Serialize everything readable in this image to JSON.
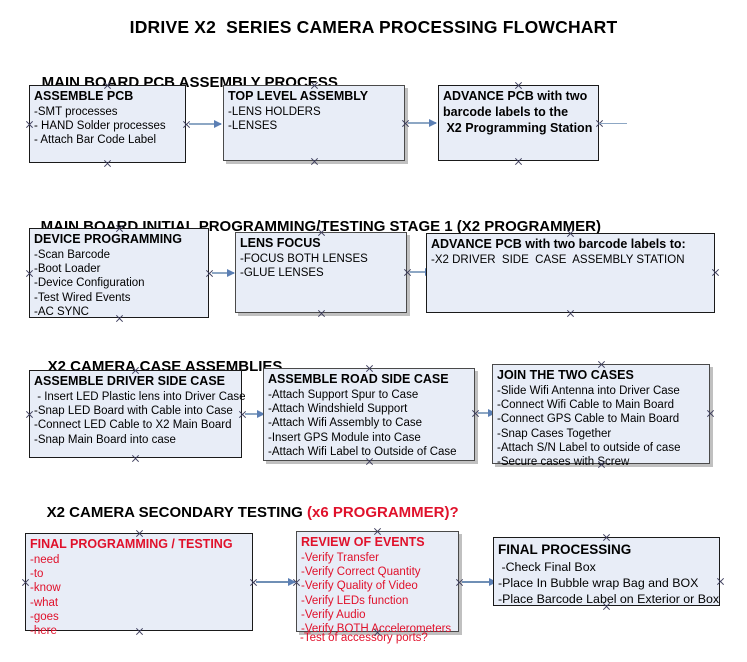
{
  "document": {
    "title": "IDRIVE X2  SERIES CAMERA PROCESSING FLOWCHART"
  },
  "colors": {
    "box_fill": "#E8EDF7",
    "box_border": "#1a1a1a",
    "accent_red": "#E0112B",
    "arrow": "#8DA7C4",
    "arrow_head": "#5B7FB4",
    "text": "#000000"
  },
  "sections": [
    {
      "id": "main-board-pcb-assembly",
      "heading": "MAIN BOARD PCB ASSEMBLY PROCESS",
      "heading_highlight": "",
      "nodes": [
        {
          "id": "assemble-pcb",
          "title": "ASSEMBLE PCB",
          "lines": [
            "-SMT processes",
            "- HAND Solder processes",
            "- Attach Bar Code Label"
          ],
          "color": "black"
        },
        {
          "id": "top-level-assembly",
          "title": "TOP LEVEL ASSEMBLY",
          "lines": [
            "-LENS HOLDERS",
            "-LENSES"
          ],
          "color": "black"
        },
        {
          "id": "advance-pcb-x2-programming-station",
          "title": "ADVANCE PCB with two",
          "lines": [
            "barcode labels to the",
            " X2 Programming Station"
          ],
          "color": "black"
        }
      ]
    },
    {
      "id": "initial-programming-testing",
      "heading": "MAIN BOARD INITIAL PROGRAMMING/TESTING STAGE 1 (X2 PROGRAMMER)",
      "heading_highlight": "",
      "nodes": [
        {
          "id": "device-programming",
          "title": "DEVICE PROGRAMMING",
          "lines": [
            "-Scan Barcode",
            "-Boot Loader",
            "-Device Configuration",
            "-Test Wired Events",
            "-AC SYNC"
          ],
          "color": "black"
        },
        {
          "id": "lens-focus",
          "title": "LENS FOCUS",
          "lines": [
            "-FOCUS BOTH LENSES",
            "-GLUE LENSES"
          ],
          "color": "black"
        },
        {
          "id": "advance-pcb-driver-side-case",
          "title": "ADVANCE PCB with two barcode labels to:",
          "lines": [
            "-X2 DRIVER  SIDE  CASE  ASSEMBLY STATION"
          ],
          "color": "black"
        }
      ]
    },
    {
      "id": "camera-case-assemblies",
      "heading": "X2 CAMERA CASE ASSEMBLIES",
      "heading_highlight": "",
      "nodes": [
        {
          "id": "assemble-driver-side-case",
          "title": "ASSEMBLE DRIVER SIDE CASE",
          "lines": [
            " - Insert LED Plastic lens into Driver Case",
            "-Snap LED Board with Cable into Case",
            "-Connect LED Cable to X2 Main Board",
            "-Snap Main Board into case"
          ],
          "color": "black"
        },
        {
          "id": "assemble-road-side-case",
          "title": "ASSEMBLE ROAD SIDE CASE",
          "lines": [
            "-Attach Support Spur to Case",
            "-Attach Windshield Support",
            "-Attach Wifi Assembly to Case",
            "-Insert GPS Module into Case",
            "-Attach Wifi Label to Outside of Case"
          ],
          "color": "black"
        },
        {
          "id": "join-the-two-cases",
          "title": "JOIN THE TWO CASES",
          "lines": [
            "-Slide Wifi Antenna into Driver Case",
            "-Connect Wifi Cable to Main Board",
            "-Connect GPS Cable to Main Board",
            "-Snap Cases Together",
            "-Attach S/N Label to outside of case",
            "-Secure cases with Screw"
          ],
          "color": "black"
        }
      ]
    },
    {
      "id": "secondary-testing",
      "heading": "X2 CAMERA SECONDARY TESTING ",
      "heading_highlight": "(x6 PROGRAMMER)?",
      "nodes": [
        {
          "id": "final-programming-testing",
          "title": "FINAL PROGRAMMING / TESTING",
          "lines": [
            "-need",
            "-to",
            "-know",
            "-what",
            "-goes",
            "-here"
          ],
          "color": "red"
        },
        {
          "id": "review-of-events",
          "title": "REVIEW OF EVENTS",
          "lines": [
            "-Verify Transfer",
            "-Verify Correct Quantity",
            "-Verify Quality of Video",
            "-Verify LEDs function",
            "-Verify Audio",
            "-Verify BOTH Accelerometers"
          ],
          "overflow_line": "-Test of accessory ports?",
          "color": "red"
        },
        {
          "id": "final-processing",
          "title": "FINAL PROCESSING",
          "lines": [
            " -Check Final Box",
            "-Place In Bubble wrap Bag and BOX",
            "-Place Barcode Label on Exterior or Box"
          ],
          "color": "black"
        }
      ]
    }
  ]
}
